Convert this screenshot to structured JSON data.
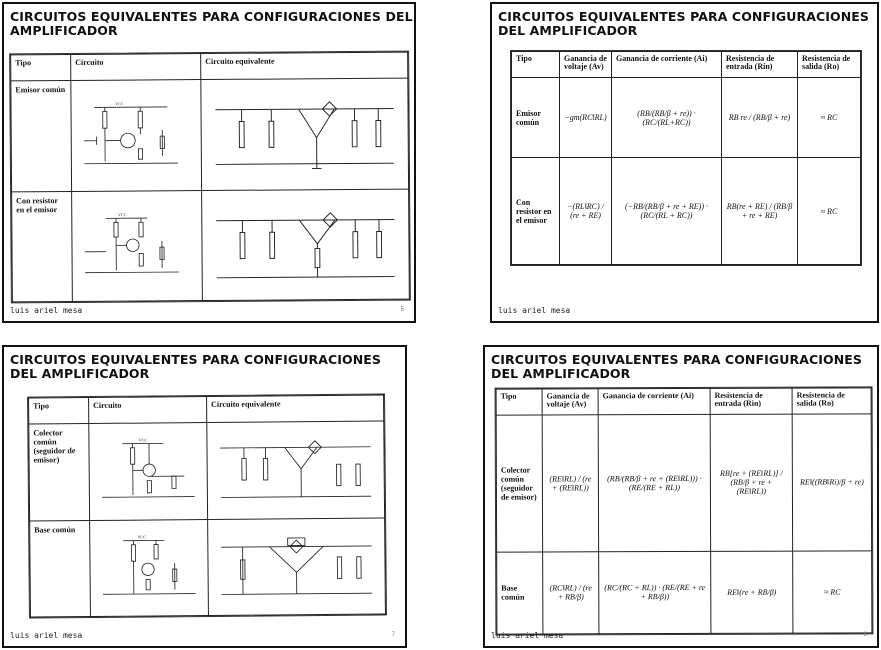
{
  "slides": [
    {
      "title": "CIRCUITOS EQUIVALENTES PARA CONFIGURACIONES DEL AMPLIFICADOR",
      "author": "luis ariel mesa",
      "page": "5",
      "columns": [
        "Tipo",
        "Circuito",
        "Circuito equivalente"
      ],
      "rows": [
        {
          "type": "Emisor común"
        },
        {
          "type": "Con resistor en el emisor"
        }
      ]
    },
    {
      "title": "CIRCUITOS EQUIVALENTES PARA CONFIGURACIONES DEL AMPLIFICADOR",
      "author": "luis ariel mesa",
      "columns": [
        "Tipo",
        "Ganancia de voltaje (Av)",
        "Ganancia de corriente (Ai)",
        "Resistencia de entrada (Rin)",
        "Resistencia de salida (Ro)"
      ],
      "rows": [
        {
          "type": "Emisor común",
          "av": "−gm(RC‖RL)",
          "ai": "(RB/(RB/β + re)) · (RC/(RL+RC))",
          "rin": "RB re / (RB/β + re)",
          "ro": "≈ RC"
        },
        {
          "type": "Con resistor en el emisor",
          "av": "−(RL‖RC) / (re + RE)",
          "ai": "(−RB/(RB/β + re + RE)) · (RC/(RL + RC))",
          "rin": "RB(re + RE) / (RB/β + re + RE)",
          "ro": "≈ RC"
        }
      ]
    },
    {
      "title": "CIRCUITOS EQUIVALENTES PARA CONFIGURACIONES DEL AMPLIFICADOR",
      "author": "luis ariel mesa",
      "page": "7",
      "columns": [
        "Tipo",
        "Circuito",
        "Circuito equivalente"
      ],
      "rows": [
        {
          "type": "Colector común (seguidor de emisor)"
        },
        {
          "type": "Base común"
        }
      ]
    },
    {
      "title": "CIRCUITOS EQUIVALENTES PARA CONFIGURACIONES DEL AMPLIFICADOR",
      "author": "luis ariel mesa",
      "page": "8",
      "columns": [
        "Tipo",
        "Ganancia de voltaje (Av)",
        "Ganancia de corriente (Ai)",
        "Resistencia de entrada (Rin)",
        "Resistencia de salida (Ro)"
      ],
      "rows": [
        {
          "type": "Colector común (seguidor de emisor)",
          "av": "(RE‖RL) / (re + (RE‖RL))",
          "ai": "(RB/(RB/β + re + (RE‖RL))) · (RE/(RE + RL))",
          "rin": "RB[re + (RE‖RL)] / (RB/β + re + (RE‖RL))",
          "ro": "RE‖((RB‖Ri)/β + re)"
        },
        {
          "type": "Base común",
          "av": "(RC‖RL) / (re + RB/β)",
          "ai": "(RC/(RC + RL)) · (RE/(RE + re + RB/β))",
          "rin": "RE‖(re + RB/β)",
          "ro": "≈ RC"
        }
      ]
    }
  ]
}
